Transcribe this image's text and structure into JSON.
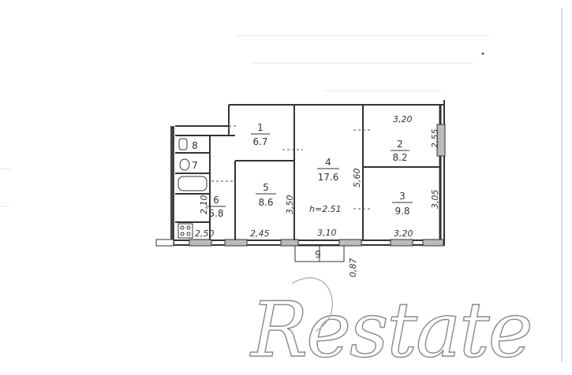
{
  "plan": {
    "rooms": [
      {
        "id": "1",
        "number": "1",
        "area": "6.7"
      },
      {
        "id": "2",
        "number": "2",
        "area": "8.2"
      },
      {
        "id": "3",
        "number": "3",
        "area": "9.8"
      },
      {
        "id": "4",
        "number": "4",
        "area": "17.6"
      },
      {
        "id": "5",
        "number": "5",
        "area": "8.6"
      },
      {
        "id": "6",
        "number": "6",
        "area": "5.8"
      },
      {
        "id": "7",
        "number": "7"
      },
      {
        "id": "8",
        "number": "8"
      },
      {
        "id": "9",
        "number": "9"
      }
    ],
    "ceiling_height": "h=2.51",
    "dimensions": {
      "d_3_20_top": "3,20",
      "d_2_55": "2,55",
      "d_5_60": "5,60",
      "d_3_50": "3,50",
      "d_3_05": "3,05",
      "d_2_10": "2,10",
      "d_2_50": "2,50",
      "d_2_45": "2,45",
      "d_3_10": "3,10",
      "d_3_20_bottom": "3,20",
      "d_0_87": "0,87"
    }
  },
  "watermark": {
    "text": "Restate"
  },
  "colors": {
    "ink": "#333333",
    "watermark": "#8a8a8a"
  }
}
